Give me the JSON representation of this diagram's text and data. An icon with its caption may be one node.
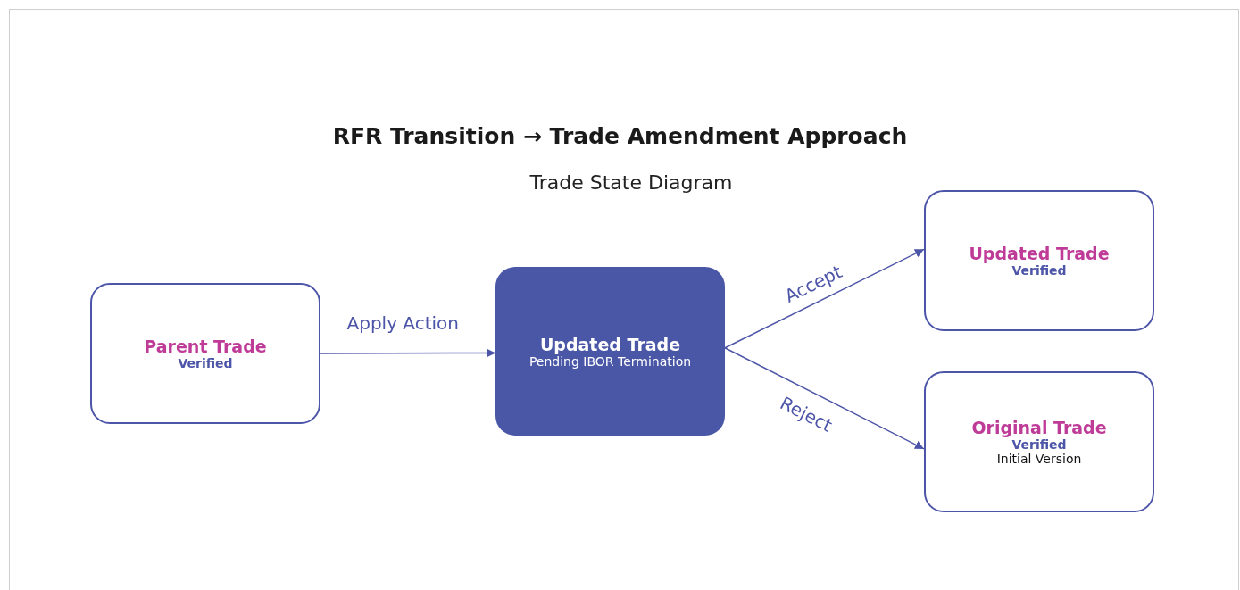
{
  "diagram": {
    "title": "RFR Transition → Trade Amendment Approach",
    "nodes": [
      {
        "text": [
          "Parent Trade",
          "Verified"
        ]
      },
      {
        "text": [
          "Updated Trade",
          "Pending IBOR Termination"
        ]
      },
      {
        "text": [
          "Updated Trade",
          "Verified"
        ]
      },
      {
        "text": [
          "Original Trade",
          "Verified",
          "Initial Version"
        ]
      }
    ],
    "edges": [
      {
        "from": 0,
        "to": 1,
        "arrow": "to",
        "label": "Apply Action"
      },
      {
        "from": 1,
        "to": 2,
        "arrow": "to",
        "label": "Accept"
      },
      {
        "from": 1,
        "to": 3,
        "arrow": "to",
        "label": "Reject"
      }
    ],
    "labels": [
      "Trade State Diagram"
    ]
  }
}
